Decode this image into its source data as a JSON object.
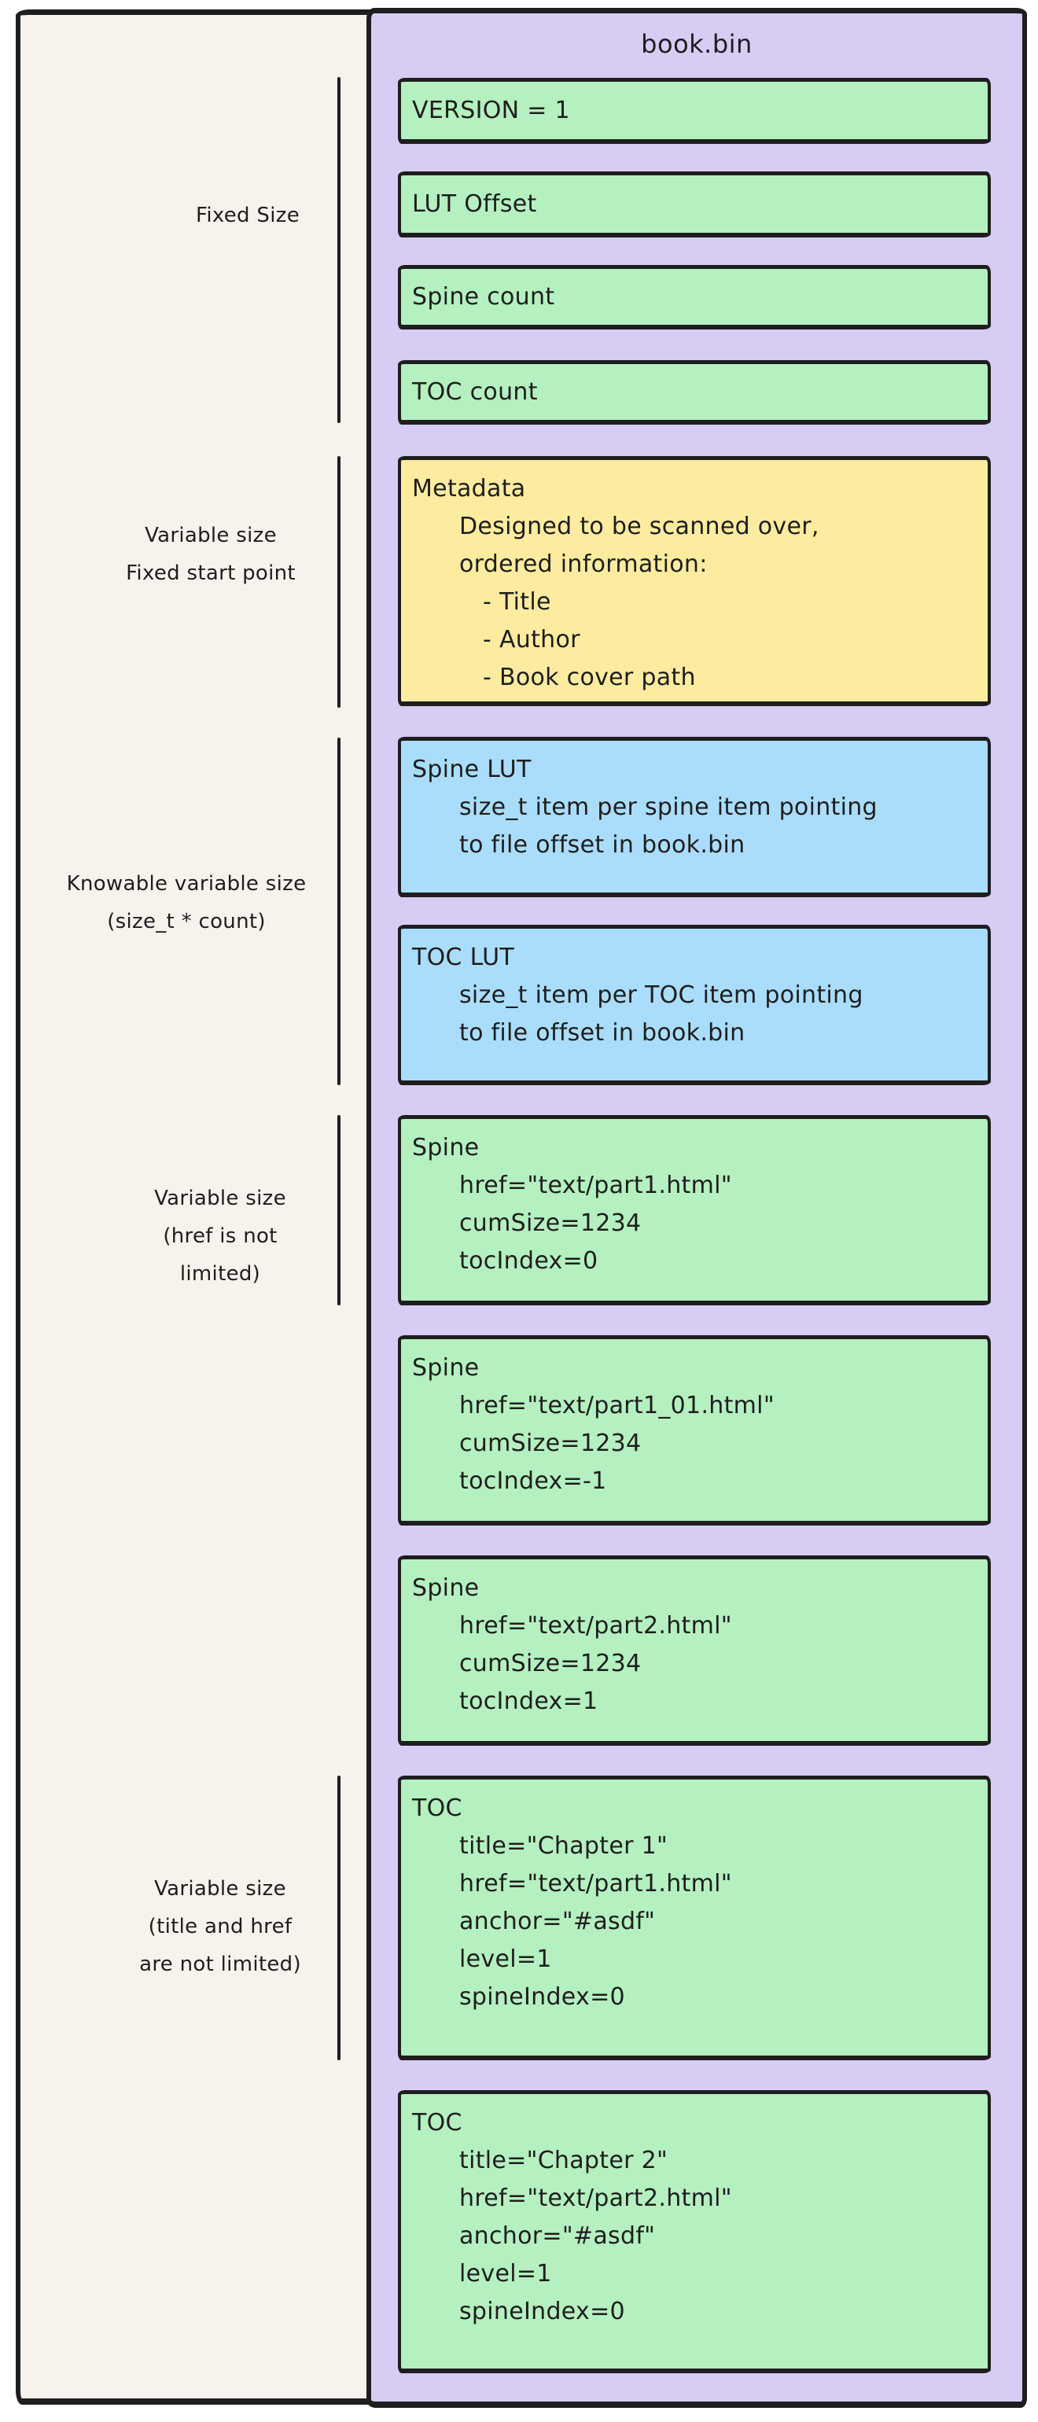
{
  "diagram": {
    "title": "book.bin",
    "colors": {
      "stroke": "#1e1e1e",
      "left_panel_fill": "#f7f2ec",
      "file_panel_fill": "#d7ccf4",
      "field_green": "#b5f0c0",
      "metadata_yellow": "#fdeca0",
      "lut_blue": "#aaddfb"
    },
    "side_labels": [
      {
        "name": "fixed-size",
        "lines": [
          "Fixed Size"
        ]
      },
      {
        "name": "variable-fixed-start",
        "lines": [
          "Variable size",
          "Fixed start point"
        ]
      },
      {
        "name": "knowable-variable",
        "lines": [
          "Knowable variable size",
          "(size_t * count)"
        ]
      },
      {
        "name": "variable-href",
        "lines": [
          "Variable size",
          "(href is not",
          "limited)"
        ]
      },
      {
        "name": "variable-title-href",
        "lines": [
          "Variable size",
          "(title and href",
          "are not limited)"
        ]
      }
    ],
    "blocks": [
      {
        "name": "version",
        "color": "green",
        "lines": [
          "VERSION = 1"
        ]
      },
      {
        "name": "lut-offset",
        "color": "green",
        "lines": [
          "LUT Offset"
        ]
      },
      {
        "name": "spine-count",
        "color": "green",
        "lines": [
          "Spine count"
        ]
      },
      {
        "name": "toc-count",
        "color": "green",
        "lines": [
          "TOC count"
        ]
      },
      {
        "name": "metadata",
        "color": "yellow",
        "lines": [
          "Metadata",
          "Designed to be scanned over,",
          "ordered information:",
          "- Title",
          "- Author",
          "- Book cover path"
        ]
      },
      {
        "name": "spine-lut",
        "color": "blue",
        "lines": [
          "Spine LUT",
          "size_t item per spine item pointing",
          "to file offset in book.bin"
        ]
      },
      {
        "name": "toc-lut",
        "color": "blue",
        "lines": [
          "TOC LUT",
          "size_t item per TOC item pointing",
          "to file offset in book.bin"
        ]
      },
      {
        "name": "spine-1",
        "color": "green",
        "lines": [
          "Spine",
          "href=\"text/part1.html\"",
          "cumSize=1234",
          "tocIndex=0"
        ]
      },
      {
        "name": "spine-2",
        "color": "green",
        "lines": [
          "Spine",
          "href=\"text/part1_01.html\"",
          "cumSize=1234",
          "tocIndex=-1"
        ]
      },
      {
        "name": "spine-3",
        "color": "green",
        "lines": [
          "Spine",
          "href=\"text/part2.html\"",
          "cumSize=1234",
          "tocIndex=1"
        ]
      },
      {
        "name": "toc-1",
        "color": "green",
        "lines": [
          "TOC",
          "title=\"Chapter 1\"",
          "href=\"text/part1.html\"",
          "anchor=\"#asdf\"",
          "level=1",
          "spineIndex=0"
        ]
      },
      {
        "name": "toc-2",
        "color": "green",
        "lines": [
          "TOC",
          "title=\"Chapter 2\"",
          "href=\"text/part2.html\"",
          "anchor=\"#asdf\"",
          "level=1",
          "spineIndex=0"
        ]
      }
    ]
  }
}
